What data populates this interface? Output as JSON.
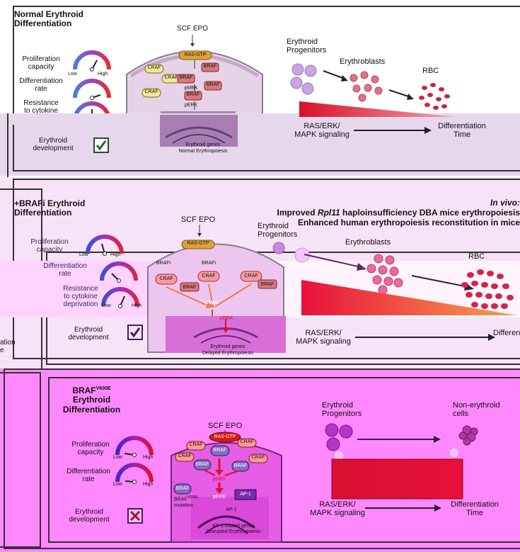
{
  "panel1": {
    "title_line1": "Normal Erythroid",
    "title_line2": "Differentiation",
    "gauges": {
      "proliferation_label": "Proliferation\ncapacity",
      "differentiation_label": "Differentiation\nrate",
      "resistance_label": "Resistance\nto cytokine\ndeprivation",
      "low": "Low",
      "high": "High",
      "proliferation_level": 0.62,
      "differentiation_level": 0.72,
      "resistance_level": 0.5
    },
    "development_label": "Erythroid\ndevelopment",
    "development_status": "check",
    "cell": {
      "signal": "SCF EPO",
      "ras": "RAS-GTP",
      "craf": "CRAF",
      "braf": "BRAF",
      "pmek": "pMEK",
      "perk": "pERK",
      "genes": "Erythroid genes",
      "outcome": "Normal Erythropoiesis"
    },
    "stages": {
      "progenitors": "Erythroid\nProgenitors",
      "blasts": "Erythroblasts",
      "rbc": "RBC"
    },
    "signaling_label": "RAS/ERK/\nMAPK signaling",
    "time_label": "Differentiation\nTime"
  },
  "panel2": {
    "title_line1": "+BRAFi Erythroid",
    "title_line2": "Differentiation",
    "invivo_label": "In vivo:",
    "result1_pre": "Improved ",
    "result1_gene": "Rpl11",
    "result1_post": " haploinsufficiency DBA mice erythropoiesis",
    "result2": "Enhanced human erythropoiesis reconstitution in mice",
    "gauges": {
      "proliferation_label": "Proliferation\ncapacity",
      "differentiation_label": "Differentiation\nrate",
      "resistance_label": "Resistance\nto cytokine\ndeprivation",
      "low": "Low",
      "high": "High",
      "proliferation_level": 0.45,
      "differentiation_level": 0.3,
      "resistance_level": 0.55
    },
    "development_label": "Erythroid\ndevelopment",
    "development_status": "check",
    "cell": {
      "signal": "SCF EPO",
      "ras": "RAS-GTP",
      "brafi": "BRAFi",
      "craf": "CRAF",
      "braf": "BRAF",
      "pmek": "pMEK",
      "perk": "pERK",
      "genes": "Erythroid genes",
      "outcome": "Delayed Erythropoiesis"
    },
    "stages": {
      "progenitors": "Erythroid\nProgenitors",
      "blasts": "Erythroblasts",
      "rbc": "RBC"
    },
    "signaling_label": "RAS/ERK/\nMAPK signaling",
    "time_label": "Differentiation\nTime",
    "left_edge_text": "ation\ne"
  },
  "panel3": {
    "title_line1": "BRAF",
    "title_sup": "V600E",
    "title_line2": "Erythroid",
    "title_line3": "Differentiation",
    "gauges": {
      "proliferation_label": "Proliferation\ncapacity",
      "differentiation_label": "Differentiation\nrate",
      "low": "Low",
      "high": "High",
      "proliferation_level": 0.2,
      "differentiation_level": 0.25
    },
    "development_label": "Erythroid\ndevelopment",
    "development_status": "cross",
    "cell": {
      "signal": "SCF EPO",
      "ras": "RAS-GTP",
      "craf": "CRAF",
      "braf": "BRAF",
      "mutation_label": "BRAF",
      "mutation_sup": "V600E",
      "mutation_word": "mutation",
      "pmek": "pMEK",
      "perk": "pERK",
      "ap1": "AP-1",
      "genes": "AP-1 related genes",
      "outcome": "Disrupted Erythropoiesis"
    },
    "stages": {
      "progenitors": "Erythroid\nProgenitors",
      "nonery": "Non-erythroid\ncells"
    },
    "signaling_label": "RAS/ERK/\nMAPK signaling",
    "time_label": "Differentiation\nTime"
  },
  "colors": {
    "panel1_bg": "#ffffff",
    "panel2_bg": "#f7e3f7",
    "panel3_bg": "#ff88ff",
    "purple_mid": "#d6b8e8",
    "pink_band": "#ffd3ff",
    "craf": "#f3e59b",
    "braf": "#d9777c",
    "ras": "#e0a13a",
    "red": "#cc0a2a"
  }
}
